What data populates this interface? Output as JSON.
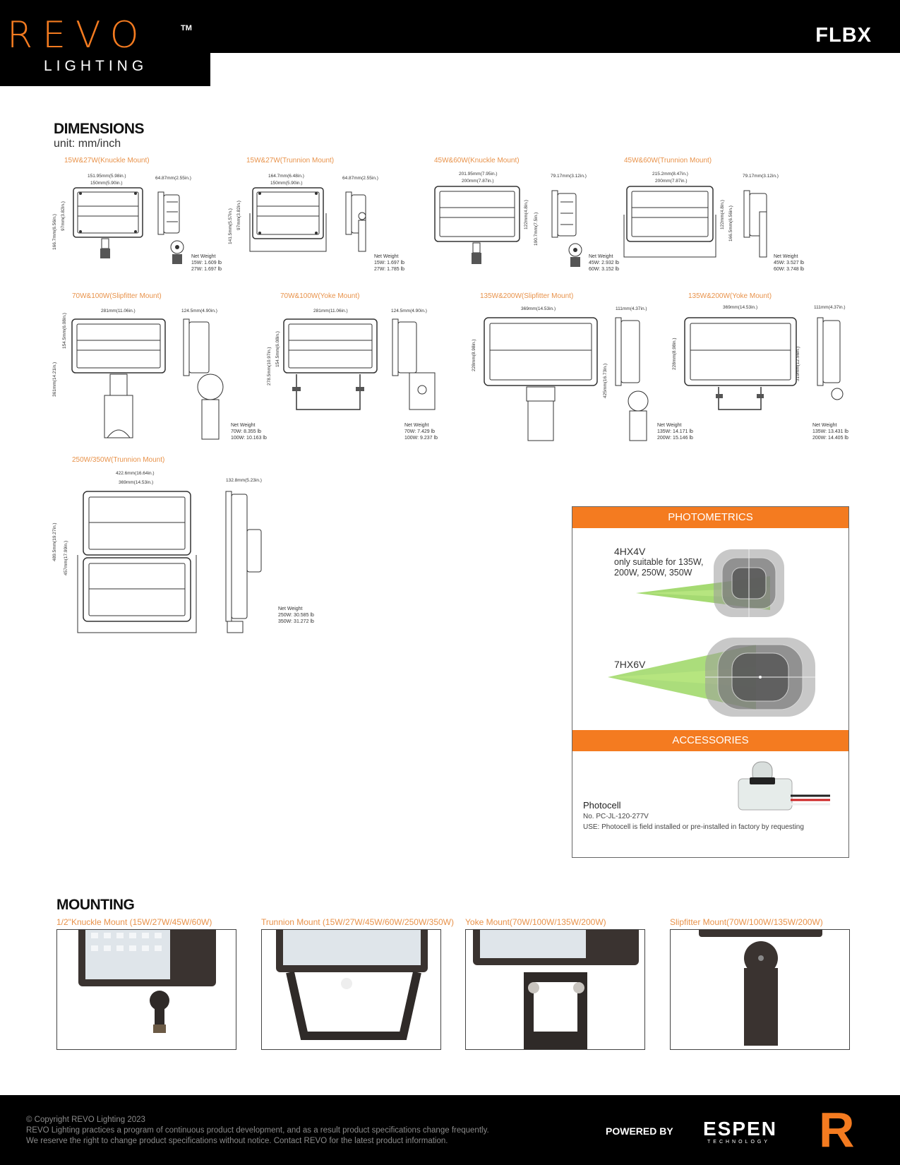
{
  "header": {
    "logo_word": "REVO",
    "logo_tm": "TM",
    "logo_sub": "LIGHTING",
    "model": "FLBX"
  },
  "dimensions": {
    "title": "DIMENSIONS",
    "unit": "unit: mm/inch",
    "cells": [
      {
        "label": "15W&27W(Knuckle Mount)",
        "w_top": "151.95mm(5.98in.)",
        "w_inner": "150mm(5.90in.)",
        "side": "64.87mm(2.55in.)",
        "h_outer": "166.7mm(6.56in.)",
        "h_inner": "97mm(3.82in.)",
        "nw_title": "Net Weight",
        "nw_1": "15W: 1.609 lb",
        "nw_2": "27W: 1.697 lb"
      },
      {
        "label": "15W&27W(Trunnion Mount)",
        "w_top": "164.7mm(6.48in.)",
        "w_inner": "150mm(5.90in.)",
        "side": "64.87mm(2.55in.)",
        "h_outer": "141.5mm(5.57in.)",
        "h_inner": "97mm(3.82in.)",
        "nw_title": "Net Weight",
        "nw_1": "15W: 1.697 lb",
        "nw_2": "27W: 1.785 lb"
      },
      {
        "label": "45W&60W(Knuckle Mount)",
        "w_top": "201.95mm(7.95in.)",
        "w_inner": "200mm(7.87in.)",
        "side": "79.17mm(3.12in.)",
        "h_outer": "190.7mm(7.5in.)",
        "h_inner": "122mm(4.8in.)",
        "nw_title": "Net Weight",
        "nw_1": "45W: 2.932 lb",
        "nw_2": "60W: 3.152 lb"
      },
      {
        "label": "45W&60W(Trunnion Mount)",
        "w_top": "215.2mm(8.47in.)",
        "w_inner": "200mm(7.87in.)",
        "side": "79.17mm(3.12in.)",
        "h_outer": "166.5mm(6.56in.)",
        "h_inner": "122mm(4.8in.)",
        "nw_title": "Net Weight",
        "nw_1": "45W: 3.527 lb",
        "nw_2": "60W: 3.748 lb"
      },
      {
        "label": "70W&100W(Slipfitter Mount)",
        "w_top": "281mm(11.06in.)",
        "side": "124.5mm(4.90in.)",
        "h_outer": "361mm(14.21in.)",
        "h_inner": "154.5mm(6.08in.)",
        "nw_title": "Net Weight",
        "nw_1": "70W: 8.355 lb",
        "nw_2": "100W: 10.163 lb"
      },
      {
        "label": "70W&100W(Yoke Mount)",
        "w_top": "281mm(11.06in.)",
        "side": "124.5mm(4.90in.)",
        "h_outer": "278.5mm(10.97in.)",
        "h_inner": "154.5mm(6.08in.)",
        "nw_title": "Net Weight",
        "nw_1": "70W: 7.429 lb",
        "nw_2": "100W: 9.237 lb"
      },
      {
        "label": "135W&200W(Slipfitter Mount)",
        "w_top": "369mm(14.53in.)",
        "side": "111mm(4.37in.)",
        "h_outer": "425mm(16.73in.)",
        "h_inner": "228mm(8.98in.)",
        "nw_title": "Net Weight",
        "nw_1": "135W: 14.171 lb",
        "nw_2": "200W: 15.146 lb"
      },
      {
        "label": "135W&200W(Yoke Mount)",
        "w_top": "369mm(14.53in.)",
        "side": "111mm(4.37in.)",
        "h_outer": "319mm(12.56in.)",
        "h_inner": "228mm(8.98in.)",
        "nw_title": "Net Weight",
        "nw_1": "135W: 13.431 lb",
        "nw_2": "200W: 14.405 lb"
      },
      {
        "label": "250W/350W(Trunnion Mount)",
        "w_top": "422.6mm(16.64in.)",
        "w_inner": "369mm(14.53in.)",
        "side": "132.8mm(5.23in.)",
        "h_outer": "489.5mm(19.27in.)",
        "h_inner": "457mm(17.99in.)",
        "nw_title": "Net Weight",
        "nw_1": "250W: 30.585 lb",
        "nw_2": "350W: 31.272 lb"
      }
    ]
  },
  "photometrics": {
    "title": "PHOTOMETRICS",
    "items": [
      {
        "name": "4HX4V",
        "note": "only suitable for 135W, 200W, 250W, 350W"
      },
      {
        "name": "7HX6V",
        "note": ""
      }
    ]
  },
  "accessories": {
    "title": "ACCESSORIES",
    "name": "Photocell",
    "number": "No. PC-JL-120-277V",
    "use": "USE: Photocell is field installed or pre-installed in factory by requesting"
  },
  "mounting": {
    "title": "MOUNTING",
    "items": [
      {
        "label": "1/2\"Knuckle Mount (15W/27W/45W/60W)"
      },
      {
        "label": "Trunnion Mount (15W/27W/45W/60W/250W/350W)"
      },
      {
        "label": "Yoke Mount(70W/100W/135W/200W)"
      },
      {
        "label": "Slipfitter Mount(70W/100W/135W/200W)"
      }
    ]
  },
  "footer": {
    "line1": "© Copyright REVO Lighting 2023",
    "line2": "REVO Lighting practices a program of continuous product development, and as a result product specifications change frequently.",
    "line3": "We reserve the right to change product specifications without notice. Contact REVO for the latest product information.",
    "powered": "POWERED BY",
    "espen": "ESPEN",
    "espen_sub": "TECHNOLOGY",
    "r_logo": "R"
  },
  "colors": {
    "accent": "#f47b20",
    "label_orange": "#e8924a",
    "header_bg": "#000000"
  }
}
